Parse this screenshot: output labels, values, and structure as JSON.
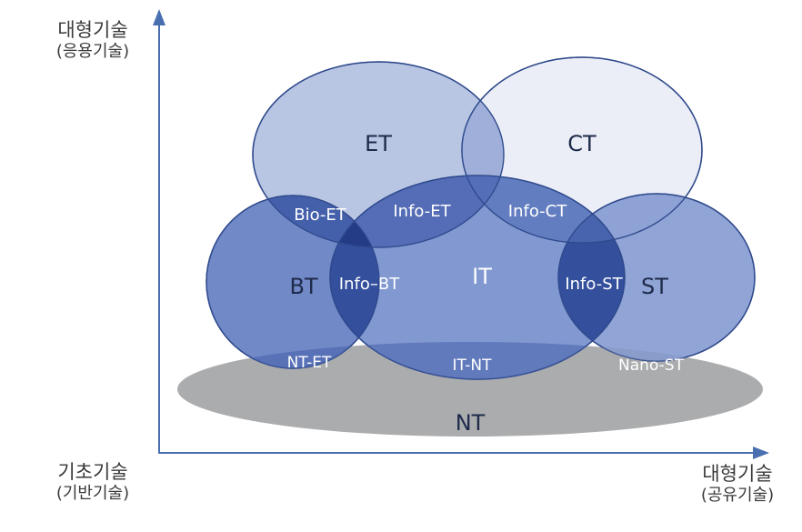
{
  "axes": {
    "y_top": {
      "main": "대형기술",
      "sub": "(응용기술)"
    },
    "origin": {
      "main": "기초기술",
      "sub": "(기반기술)"
    },
    "x_right": {
      "main": "대형기술",
      "sub": "(공유기술)"
    }
  },
  "domains": {
    "et": "ET",
    "ct": "CT",
    "bt": "BT",
    "it": "IT",
    "st": "ST",
    "nt": "NT"
  },
  "intersections": {
    "bio_et": "Bio-ET",
    "info_et": "Info-ET",
    "info_ct": "Info-CT",
    "info_bt": "Info–BT",
    "info_st": "Info-ST",
    "nt_et": "NT-ET",
    "it_nt": "IT-NT",
    "nano_st": "Nano-ST"
  },
  "colors": {
    "axis": "#4a6fb0",
    "nt_fill": "#9ea0a3",
    "ellipse_stroke": "#2f4a8c",
    "et_fill": "#9daed8",
    "ct_fill": "#dde3f2",
    "bt_fill": "#5a76be",
    "it_fill": "#6f8acb",
    "st_fill": "#7f95cf",
    "overlap_dark": "#2e4897"
  }
}
